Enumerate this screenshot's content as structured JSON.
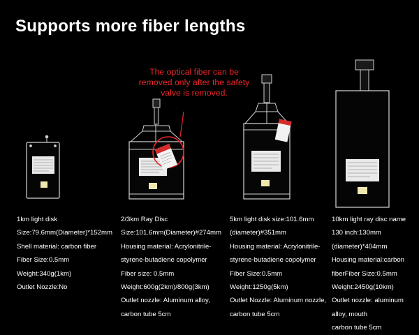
{
  "title": "Supports more fiber lengths",
  "callout": "The optical fiber can be removed only after the safety valve is removed.",
  "products": [
    {
      "lines": [
        "1km light disk",
        "Size:79.6mm(Diameter)*152mm",
        "Shell material: carbon fiber",
        "Fiber Size:0.5mm",
        "Weight:340g(1km)",
        "Outlet Nozzle:No"
      ]
    },
    {
      "lines": [
        "2/3km Ray Disc",
        "Size:101.6mm(Diameter)#274mm",
        "Housing material: Acrylonitrile-",
        "styrene-butadiene copolymer",
        "Fiber size: 0.5mm",
        "Weight:600g(2km)/800g(3km)",
        "Outlet nozzle: Aluminum alloy,",
        "carbon tube 5cm"
      ]
    },
    {
      "lines": [
        "5km light disk size:101.6mm",
        "(diameter)#351mm",
        "Housing material: Acrylonitrile-",
        "styrene-butadiene copolymer",
        "Fiber Size:0.5mm",
        "Weight:1250g(5km)",
        "Outlet Nozzle: Aluminum nozzle,",
        "carbon tube 5cm"
      ]
    },
    {
      "lines": [
        "10km light ray disc name",
        "130 inch:130mm",
        "(diameter)*404mm",
        "Housing material:carbon",
        "fiberFiber Size:0.5mm",
        "Weight:2450g(10km)",
        "Outlet nozzle: aluminum",
        "alloy, mouth",
        "carbon tube 5cm"
      ]
    }
  ],
  "colors": {
    "background": "#000000",
    "text": "#ffffff",
    "callout": "#e8262a",
    "tag": "#d42a2a"
  }
}
